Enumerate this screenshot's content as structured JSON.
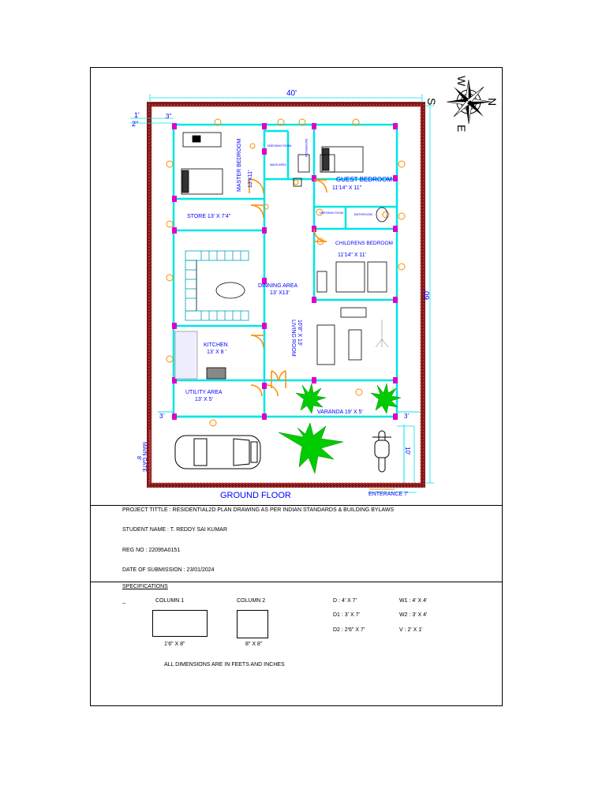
{
  "plan": {
    "title": "GROUND FLOOR",
    "overall_width": "40'",
    "overall_depth": "60'",
    "side_dims": [
      "1'",
      "2\"",
      "3\""
    ],
    "rooms": [
      {
        "name": "MASTER BEDROOM",
        "size": "13'X11'"
      },
      {
        "name": "GUEST BEDROOM",
        "size": "11'14\" X 11\""
      },
      {
        "name": "STORE 13' X 7'4\"",
        "size": ""
      },
      {
        "name": "CHILDRENS BEDROOM",
        "size": "11'14\" X 11'"
      },
      {
        "name": "DINNING AREA",
        "size": "13' X13'"
      },
      {
        "name": "LIVING ROOM",
        "size": "16'8\" X 13'"
      },
      {
        "name": "KITCHEN",
        "size": "13' X 8 '"
      },
      {
        "name": "UTILITY AREA",
        "size": "13' X 5'"
      },
      {
        "name": "VARANDA   19' X 5'",
        "size": ""
      }
    ],
    "small_labels": [
      "BATHROOM",
      "DRESSING ROOM",
      "WASH AREA",
      "DRESSING ROOM",
      "BATHROOM"
    ],
    "dims": {
      "left_3": "3'",
      "right_3": "3'",
      "parking_10": "10'",
      "main_gate": "MAIN GATE",
      "main_gate_w": "8'",
      "entrance": "ENTERANCE 7'"
    },
    "compass": {
      "w": "W",
      "s": "S",
      "n": "N",
      "e": "E"
    }
  },
  "info": {
    "project": "PROJECT TITTLE : RESIDENTIAL2D PLAN DRAWING AS PER INDIAN STANDARDS & BUILDING BYLAWS",
    "student": "STUDENT NAME : T. REDDY SAI KUMAR",
    "reg": "REG NO : 22095A0151",
    "date": "DATE OF SUBMISSION : 23/01/2024"
  },
  "specs": {
    "heading": "SPECIFICATIONS",
    "underscore": "_",
    "column1": "COLUMN 1",
    "column1_size": "1'6\" X 8\"",
    "column2": "COLUMN 2",
    "column2_size": "8\" X 8\"",
    "doors": [
      "D : 4' X 7'",
      "D1 : 3' X 7'",
      "D2 : 2'6\" X 7'"
    ],
    "windows": [
      "W1 : 4' X 4'",
      "W2 : 3' X 4'",
      "V    : 2' X 1'"
    ],
    "note": "ALL DIMENSIONS ARE IN FEETS AND INCHES"
  },
  "colors": {
    "wall": "#00e5e5",
    "column": "#e000c8",
    "door": "#ff8a00",
    "text": "#0000ff",
    "plot": "#7a1a1a",
    "tree": "#00cc00"
  }
}
